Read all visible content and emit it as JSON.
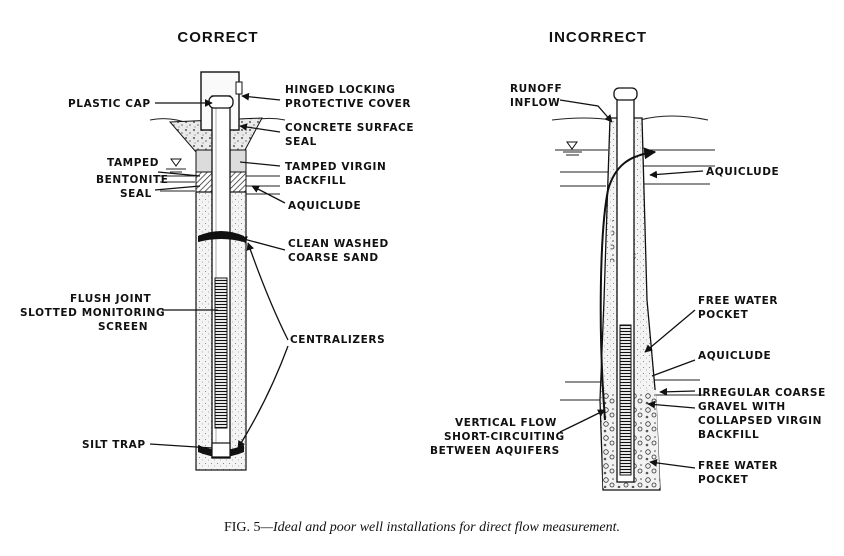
{
  "headings": {
    "correct": "CORRECT",
    "incorrect": "INCORRECT"
  },
  "labels_correct": {
    "plastic_cap": "PLASTIC CAP",
    "hinged_1": "HINGED LOCKING",
    "hinged_2": "PROTECTIVE COVER",
    "concrete_1": "CONCRETE SURFACE",
    "concrete_2": "SEAL",
    "tamped": "TAMPED",
    "bentonite": "BENTONITE",
    "seal": "SEAL",
    "virgin_1": "TAMPED VIRGIN",
    "virgin_2": "BACKFILL",
    "aquiclude": "AQUICLUDE",
    "sand_1": "CLEAN WASHED",
    "sand_2": "COARSE SAND",
    "flush_1": "FLUSH JOINT",
    "flush_2": "SLOTTED MONITORING",
    "flush_3": "SCREEN",
    "centralizers": "CENTRALIZERS",
    "silt_trap": "SILT TRAP"
  },
  "labels_incorrect": {
    "runoff_1": "RUNOFF",
    "runoff_2": "INFLOW",
    "aquiclude_1": "AQUICLUDE",
    "free_1a": "FREE WATER",
    "free_1b": "POCKET",
    "aquiclude_2": "AQUICLUDE",
    "gravel_1": "IRREGULAR COARSE",
    "gravel_2": "GRAVEL WITH",
    "gravel_3": "COLLAPSED VIRGIN",
    "gravel_4": "BACKFILL",
    "vertical_1": "VERTICAL FLOW",
    "vertical_2": "SHORT-CIRCUITING",
    "vertical_3": "BETWEEN AQUIFERS",
    "free_2a": "FREE WATER",
    "free_2b": "POCKET"
  },
  "caption": {
    "fig_label": "FIG. 5",
    "text": "—Ideal and poor well installations for direct flow measurement."
  }
}
